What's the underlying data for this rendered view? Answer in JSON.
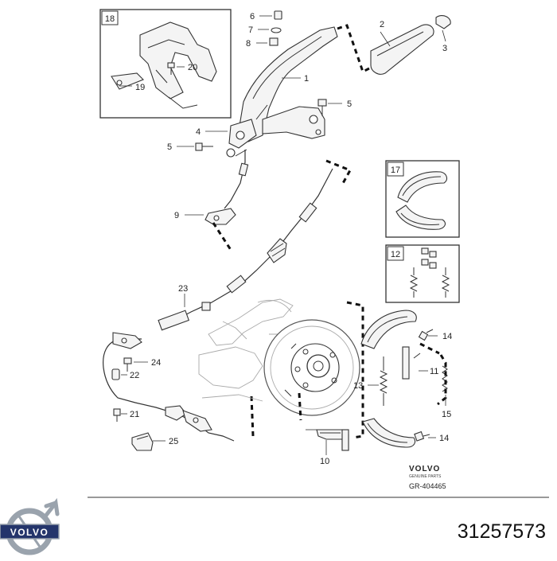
{
  "callouts": {
    "c1": "1",
    "c2": "2",
    "c3": "3",
    "c4": "4",
    "c5a": "5",
    "c5b": "5",
    "c6": "6",
    "c7": "7",
    "c8": "8",
    "c9": "9",
    "c10": "10",
    "c11": "11",
    "c12": "12",
    "c13": "13",
    "c14a": "14",
    "c14b": "14",
    "c15": "15",
    "c17": "17",
    "c18": "18",
    "c19": "19",
    "c20": "20",
    "c21": "21",
    "c22": "22",
    "c23": "23",
    "c24": "24",
    "c25": "25"
  },
  "brand": {
    "name": "VOLVO",
    "sub": "GENUINE PARTS",
    "ref": "GR-404465"
  },
  "footer": {
    "logo_text": "VOLVO",
    "part_number": "31257573"
  },
  "colors": {
    "logo_blue": "#24356b",
    "logo_steel": "#9aa3ad",
    "line": "#333333"
  }
}
